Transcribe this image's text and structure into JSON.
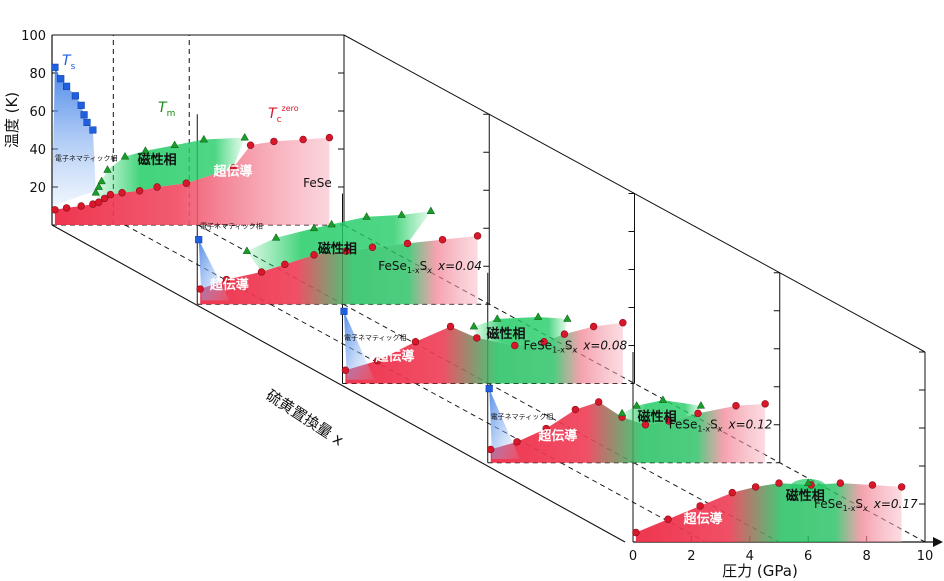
{
  "chart_data": {
    "type": "scatter",
    "x_axis": {
      "label": "圧力 (GPa)",
      "ticks": [
        "0",
        "2",
        "4",
        "6",
        "8",
        "10"
      ],
      "range": [
        0,
        10
      ]
    },
    "y_axis": {
      "label": "温度 (K)",
      "ticks": [
        "20",
        "40",
        "60",
        "80",
        "100"
      ],
      "range": [
        0,
        100
      ]
    },
    "z_axis": {
      "label": "硫黄置換量 x"
    },
    "series_labels": {
      "ts": {
        "base": "T",
        "sub": "s",
        "color": "#1f5fe0"
      },
      "tm": {
        "base": "T",
        "sub": "m",
        "color": "#1a8c1a"
      },
      "tc": {
        "base": "T",
        "sub": "c",
        "sup": "zero",
        "color": "#d8182a"
      }
    },
    "region_labels": {
      "magnetic": "磁性相",
      "superconducting": "超伝導",
      "nematic": "電子ネマティック相"
    },
    "panels": [
      {
        "formula": "FeSe",
        "x_label": "",
        "ts": [
          [
            0.1,
            83
          ],
          [
            0.3,
            77
          ],
          [
            0.5,
            73
          ],
          [
            0.8,
            68
          ],
          [
            1.0,
            63
          ],
          [
            1.1,
            58
          ],
          [
            1.2,
            54
          ],
          [
            1.4,
            50
          ]
        ],
        "tm": [
          [
            1.5,
            17
          ],
          [
            1.6,
            20
          ],
          [
            1.7,
            23
          ],
          [
            1.9,
            29
          ],
          [
            2.5,
            36
          ],
          [
            3.2,
            39
          ],
          [
            4.2,
            42
          ],
          [
            5.2,
            45
          ],
          [
            6.6,
            46
          ]
        ],
        "tc": [
          [
            0.1,
            8
          ],
          [
            0.5,
            9
          ],
          [
            1.0,
            10
          ],
          [
            1.4,
            11
          ],
          [
            1.6,
            12
          ],
          [
            1.8,
            14
          ],
          [
            2.0,
            16
          ],
          [
            2.4,
            17
          ],
          [
            3.0,
            18
          ],
          [
            3.6,
            20
          ],
          [
            4.6,
            22
          ],
          [
            6.2,
            30
          ],
          [
            6.8,
            42
          ],
          [
            7.6,
            44
          ],
          [
            8.6,
            45
          ],
          [
            9.5,
            46
          ]
        ]
      },
      {
        "formula": "FeSe",
        "sub": "1-x",
        "formula2": "S",
        "sub2": "x",
        "x_label": "x=0.04",
        "ts": [
          [
            0.05,
            34
          ]
        ],
        "tm": [
          [
            1.7,
            28
          ],
          [
            2.7,
            35
          ],
          [
            4.0,
            40
          ],
          [
            4.6,
            42
          ],
          [
            5.8,
            46
          ],
          [
            7.0,
            47
          ],
          [
            8.0,
            49
          ]
        ],
        "tc": [
          [
            0.1,
            8
          ],
          [
            1.0,
            13
          ],
          [
            2.2,
            17
          ],
          [
            3.0,
            21
          ],
          [
            4.0,
            26
          ],
          [
            5.1,
            28
          ],
          [
            6.0,
            30
          ],
          [
            7.2,
            32
          ],
          [
            8.4,
            34
          ],
          [
            9.6,
            36
          ]
        ]
      },
      {
        "formula": "FeSe",
        "sub": "1-x",
        "formula2": "S",
        "sub2": "x",
        "x_label": "x=0.08",
        "ts": [
          [
            0.05,
            38
          ]
        ],
        "tm": [
          [
            4.5,
            30
          ],
          [
            5.3,
            34
          ],
          [
            6.7,
            35
          ],
          [
            7.7,
            34
          ]
        ],
        "tc": [
          [
            0.1,
            7
          ],
          [
            1.2,
            12
          ],
          [
            2.5,
            22
          ],
          [
            3.7,
            30
          ],
          [
            4.6,
            24
          ],
          [
            5.9,
            20
          ],
          [
            6.9,
            22
          ],
          [
            7.6,
            26
          ],
          [
            8.6,
            30
          ],
          [
            9.6,
            32
          ]
        ]
      },
      {
        "formula": "FeSe",
        "sub": "1-x",
        "formula2": "S",
        "sub2": "x",
        "x_label": "x=0.12",
        "ts": [
          [
            0.05,
            39
          ]
        ],
        "tm": [
          [
            4.6,
            26
          ],
          [
            5.1,
            30
          ],
          [
            6.0,
            33
          ],
          [
            7.3,
            30
          ]
        ],
        "tc": [
          [
            0.1,
            7
          ],
          [
            1.0,
            11
          ],
          [
            2.0,
            18
          ],
          [
            3.0,
            28
          ],
          [
            3.8,
            32
          ],
          [
            4.6,
            24
          ],
          [
            5.4,
            20
          ],
          [
            6.2,
            22
          ],
          [
            7.2,
            26
          ],
          [
            8.5,
            30
          ],
          [
            9.5,
            31
          ]
        ]
      },
      {
        "formula": "FeSe",
        "sub": "1-x",
        "formula2": "S",
        "sub2": "x",
        "x_label": "x=0.17",
        "ts": [],
        "tm": [
          [
            6.0,
            31
          ]
        ],
        "tc": [
          [
            0.1,
            5
          ],
          [
            1.2,
            12
          ],
          [
            2.3,
            19
          ],
          [
            3.4,
            26
          ],
          [
            4.2,
            29
          ],
          [
            5.0,
            31
          ],
          [
            6.1,
            30
          ],
          [
            7.1,
            31
          ],
          [
            8.2,
            30
          ],
          [
            9.2,
            29
          ]
        ]
      }
    ]
  }
}
